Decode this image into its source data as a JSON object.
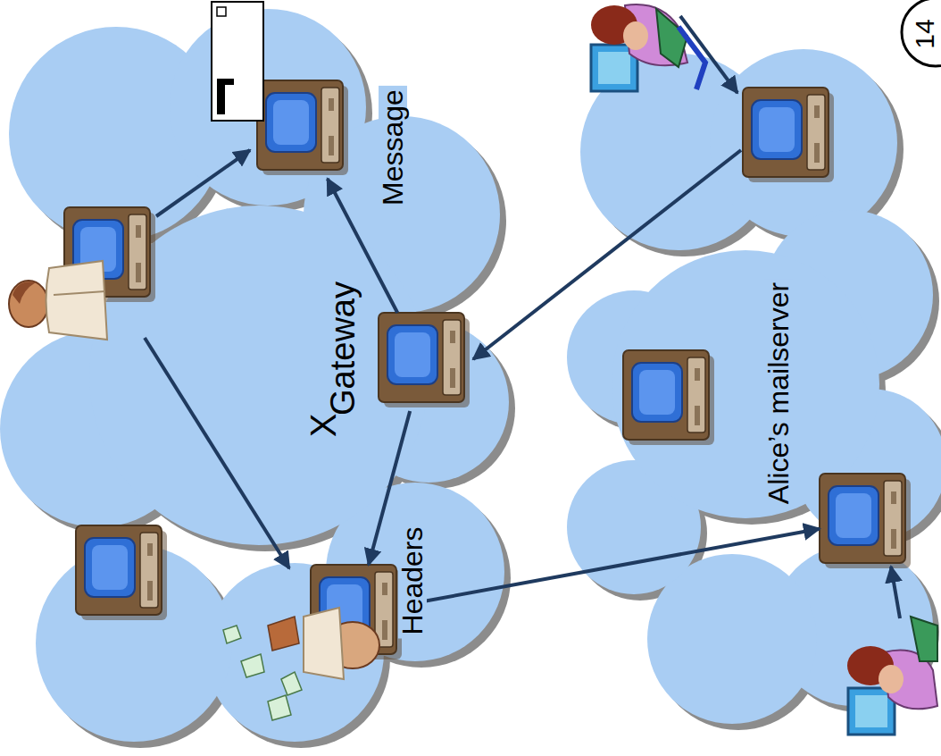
{
  "diagram": {
    "nodes": [
      {
        "text": [
          "Message"
        ]
      },
      {
        "text": [
          "Gateway"
        ]
      },
      {
        "text": [
          "Headers"
        ]
      },
      {
        "text": [
          "Alice’s mailserver"
        ]
      }
    ],
    "edges": [
      {
        "from": 1,
        "to": 0,
        "arrow": "to"
      },
      {
        "from": 1,
        "to": 2,
        "arrow": "to"
      },
      {
        "from": 2,
        "to": 3,
        "arrow": "to"
      }
    ],
    "labels": [
      "X",
      "14"
    ]
  }
}
